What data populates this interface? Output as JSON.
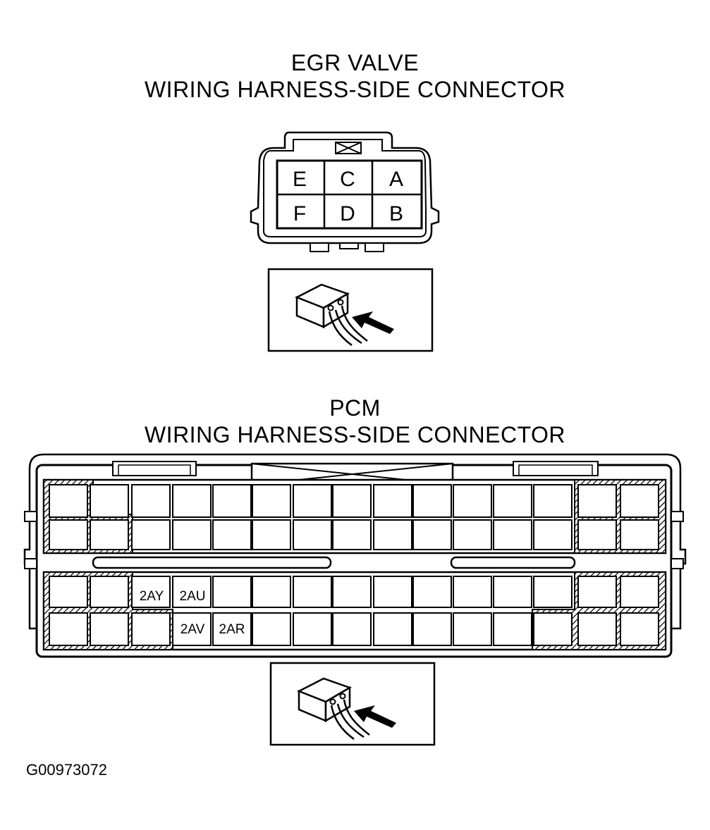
{
  "egr": {
    "title_line1": "EGR VALVE",
    "title_line2": "WIRING HARNESS-SIDE CONNECTOR",
    "pins_top": [
      "E",
      "C",
      "A"
    ],
    "pins_bottom": [
      "F",
      "D",
      "B"
    ]
  },
  "pcm": {
    "title_line1": "PCM",
    "title_line2": "WIRING HARNESS-SIDE CONNECTOR",
    "row3_labels": [
      "2AY",
      "2AU"
    ],
    "row4_labels": [
      "2AV",
      "2AR"
    ]
  },
  "figure_id": "G00973072"
}
